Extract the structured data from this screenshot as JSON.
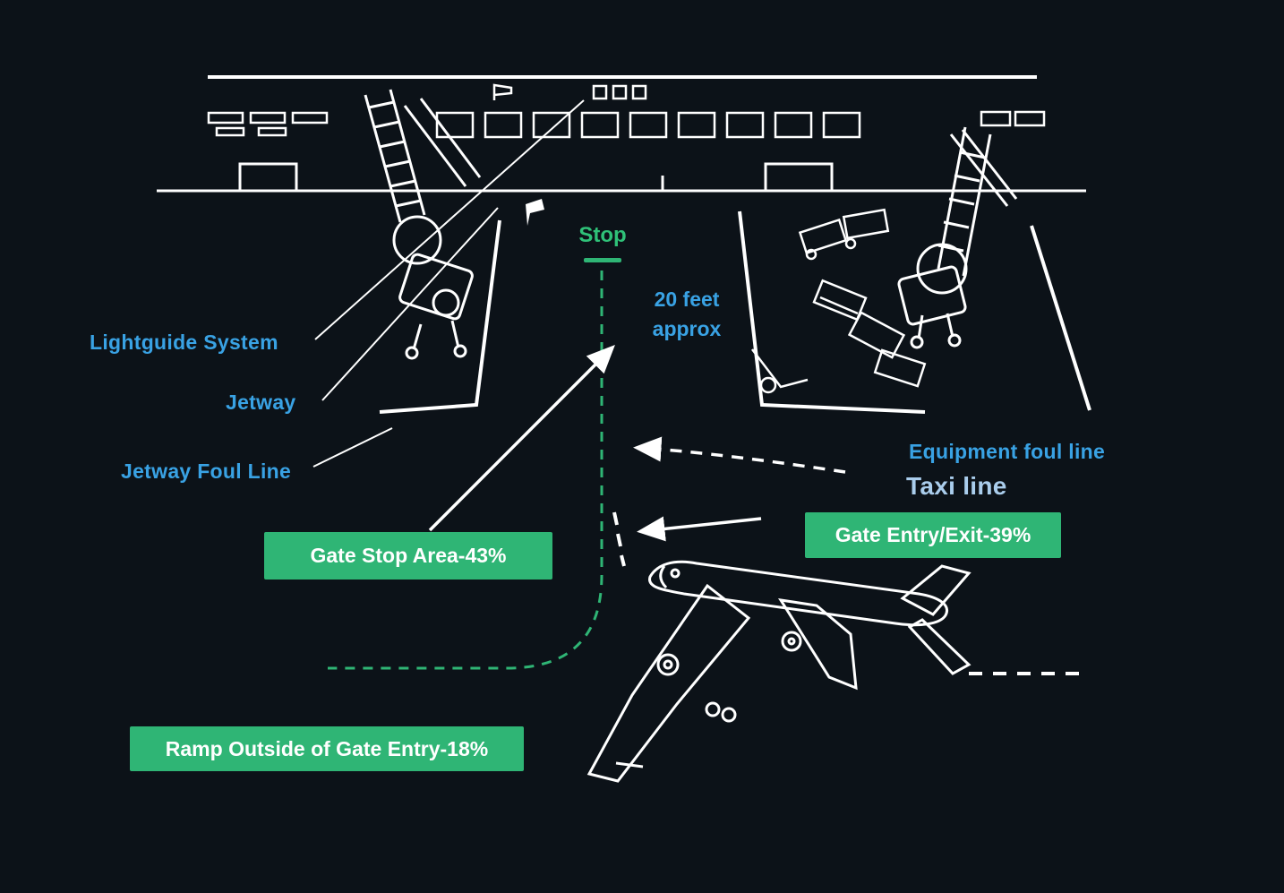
{
  "palette": {
    "background": "#0c1218",
    "line": "#ffffff",
    "blue": "#39a2e4",
    "blue_light": "#aacdec",
    "green": "#2fb575",
    "green_text": "#2fc178"
  },
  "diagram": {
    "labels": {
      "lightguide_system": "Lightguide System",
      "jetway": "Jetway",
      "jetway_foul_line": "Jetway Foul Line",
      "equipment_foul_line": "Equipment foul line",
      "taxi_line": "Taxi line",
      "stop": "Stop",
      "distance_line1": "20 feet",
      "distance_line2": "approx"
    },
    "badges": {
      "gate_stop_area": "Gate Stop Area-43%",
      "gate_entry_exit": "Gate Entry/Exit-39%",
      "ramp_outside_gate_entry": "Ramp Outside of Gate Entry-18%"
    }
  }
}
